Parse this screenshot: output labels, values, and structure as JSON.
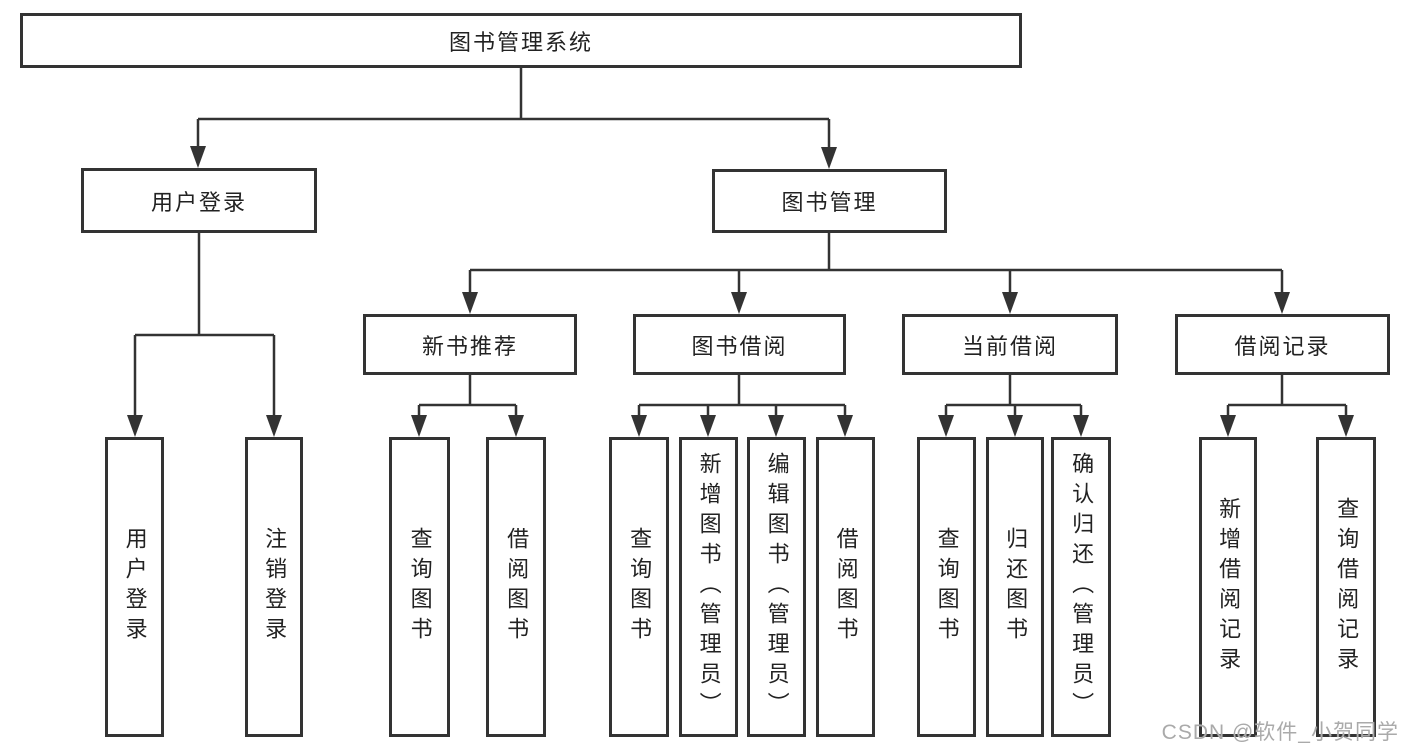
{
  "tree": {
    "root": "图书管理系统",
    "level2": [
      {
        "label": "用户登录",
        "children": [
          {
            "label": "用户登录"
          },
          {
            "label": "注销登录"
          }
        ]
      },
      {
        "label": "图书管理",
        "children": [
          {
            "label": "新书推荐",
            "children": [
              {
                "label": "查询图书"
              },
              {
                "label": "借阅图书"
              }
            ]
          },
          {
            "label": "图书借阅",
            "children": [
              {
                "label": "查询图书"
              },
              {
                "label": "新增图书（管理员）"
              },
              {
                "label": "编辑图书（管理员）"
              },
              {
                "label": "借阅图书"
              }
            ]
          },
          {
            "label": "当前借阅",
            "children": [
              {
                "label": "查询图书"
              },
              {
                "label": "归还图书"
              },
              {
                "label": "确认归还（管理员）"
              }
            ]
          },
          {
            "label": "借阅记录",
            "children": [
              {
                "label": "新增借阅记录"
              },
              {
                "label": "查询借阅记录"
              }
            ]
          }
        ]
      }
    ]
  },
  "watermark": {
    "text": "CSDN @软件_小贺同学"
  },
  "colors": {
    "line": "#333333",
    "border": "#333333",
    "text": "#222222",
    "watermark": "#aaaaaa",
    "background": "#ffffff"
  }
}
